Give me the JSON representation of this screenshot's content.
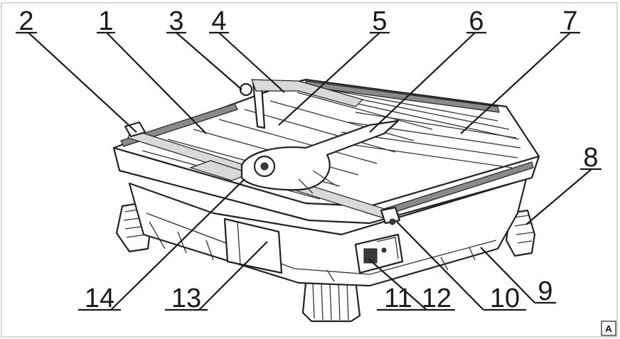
{
  "corner_label": "A",
  "callouts": [
    {
      "id": "2",
      "text": "2"
    },
    {
      "id": "1",
      "text": "1"
    },
    {
      "id": "3",
      "text": "3"
    },
    {
      "id": "4",
      "text": "4"
    },
    {
      "id": "5",
      "text": "5"
    },
    {
      "id": "6",
      "text": "6"
    },
    {
      "id": "7",
      "text": "7"
    },
    {
      "id": "8",
      "text": "8"
    },
    {
      "id": "9",
      "text": "9"
    },
    {
      "id": "10",
      "text": "10"
    },
    {
      "id": "11",
      "text": "11"
    },
    {
      "id": "12",
      "text": "12"
    },
    {
      "id": "13",
      "text": "13"
    },
    {
      "id": "14",
      "text": "14"
    }
  ]
}
